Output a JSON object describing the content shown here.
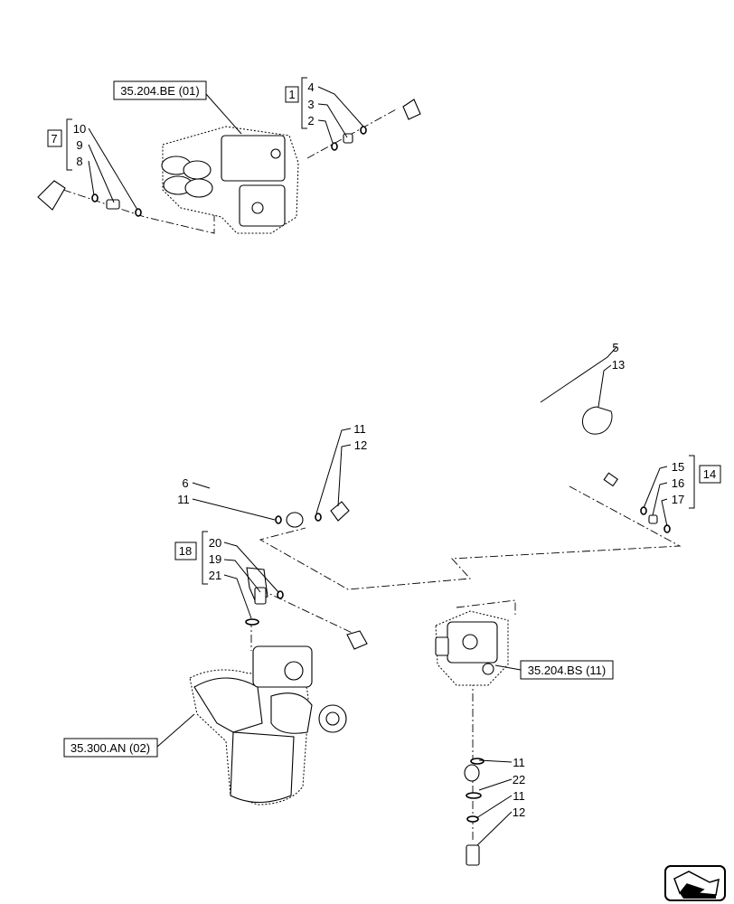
{
  "references": {
    "valve_top": "35.204.BE (01)",
    "valve_right": "35.204.BS (11)",
    "filter_left": "35.300.AN (02)"
  },
  "kits": {
    "kit1": "1",
    "kit7": "7",
    "kit14": "14",
    "kit18": "18"
  },
  "callouts": {
    "c2": "2",
    "c3": "3",
    "c4": "4",
    "c5": "5",
    "c6": "6",
    "c8": "8",
    "c9": "9",
    "c10": "10",
    "c11a": "11",
    "c11b": "11",
    "c11c": "11",
    "c11d": "11",
    "c12a": "12",
    "c12b": "12",
    "c13": "13",
    "c15": "15",
    "c16": "16",
    "c17": "17",
    "c19": "19",
    "c20": "20",
    "c21": "21",
    "c22": "22"
  },
  "icons": {
    "corner": "next-page-arrow-icon"
  }
}
